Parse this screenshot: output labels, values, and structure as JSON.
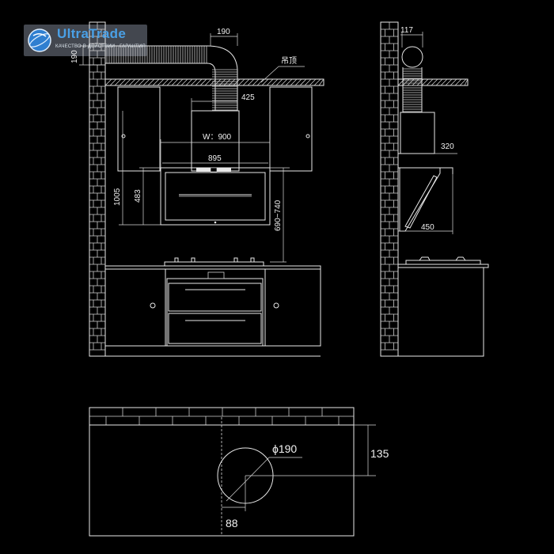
{
  "logo": {
    "name": "UltraTrade",
    "tagline": "КАЧЕСТВО В ДЕЙСТВИИ · ГАРАНТИЯ"
  },
  "front_view": {
    "duct_width": "190",
    "duct_top_offset": "190",
    "ceiling_label": "吊顶",
    "duct_offset": "425",
    "cabinet_width": "W：900",
    "hood_width": "895",
    "hood_height": "483",
    "mount_height": "1005",
    "cooktop_distance": "690~740"
  },
  "side_view": {
    "duct_diameter": "117",
    "hood_depth": "320",
    "panel_depth": "450"
  },
  "plan_view": {
    "hole_diameter": "ϕ190",
    "hole_offset_y": "135",
    "hole_offset_x": "88"
  },
  "colors": {
    "background": "#000000",
    "lines": "#e8e8e8",
    "logo_blue": "#4aa0e6"
  }
}
